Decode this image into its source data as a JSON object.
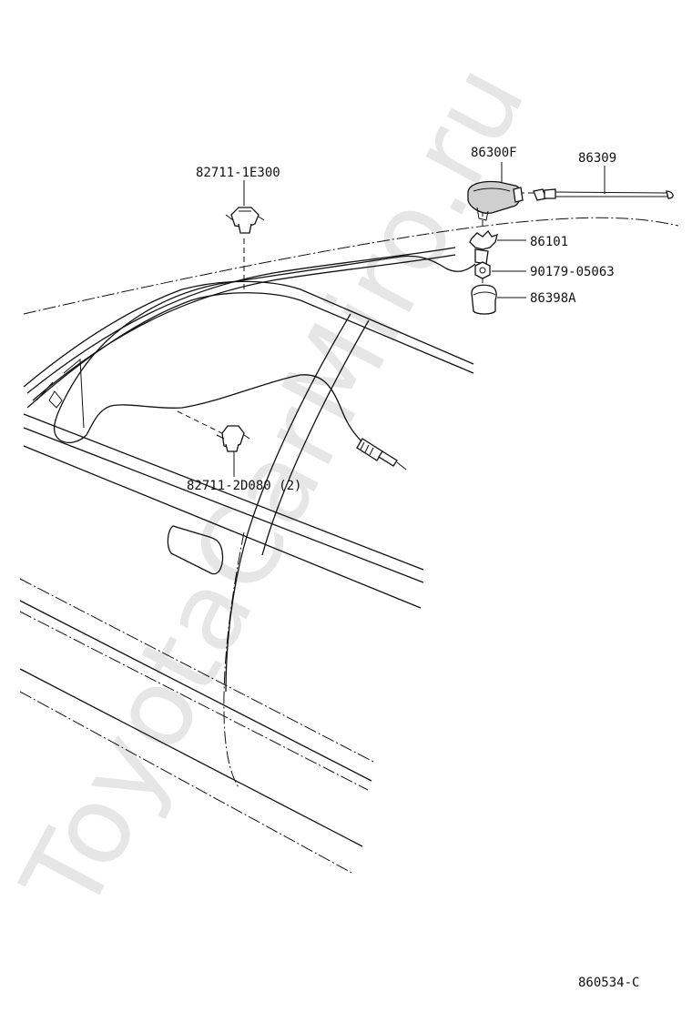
{
  "watermark": "ToyotaCarMiro.ru",
  "diagram_id": "860534-C",
  "parts": [
    {
      "number": "86300F",
      "icon": "antenna-base-icon"
    },
    {
      "number": "86309",
      "icon": "antenna-rod-icon"
    },
    {
      "number": "86101",
      "icon": "antenna-gasket-icon"
    },
    {
      "number": "90179-05063",
      "icon": "nut-icon"
    },
    {
      "number": "86398A",
      "icon": "cap-icon"
    },
    {
      "number": "82711-1E300",
      "icon": "clamp-icon"
    },
    {
      "number": "82711-2D080 (2)",
      "icon": "clamp-icon"
    }
  ]
}
